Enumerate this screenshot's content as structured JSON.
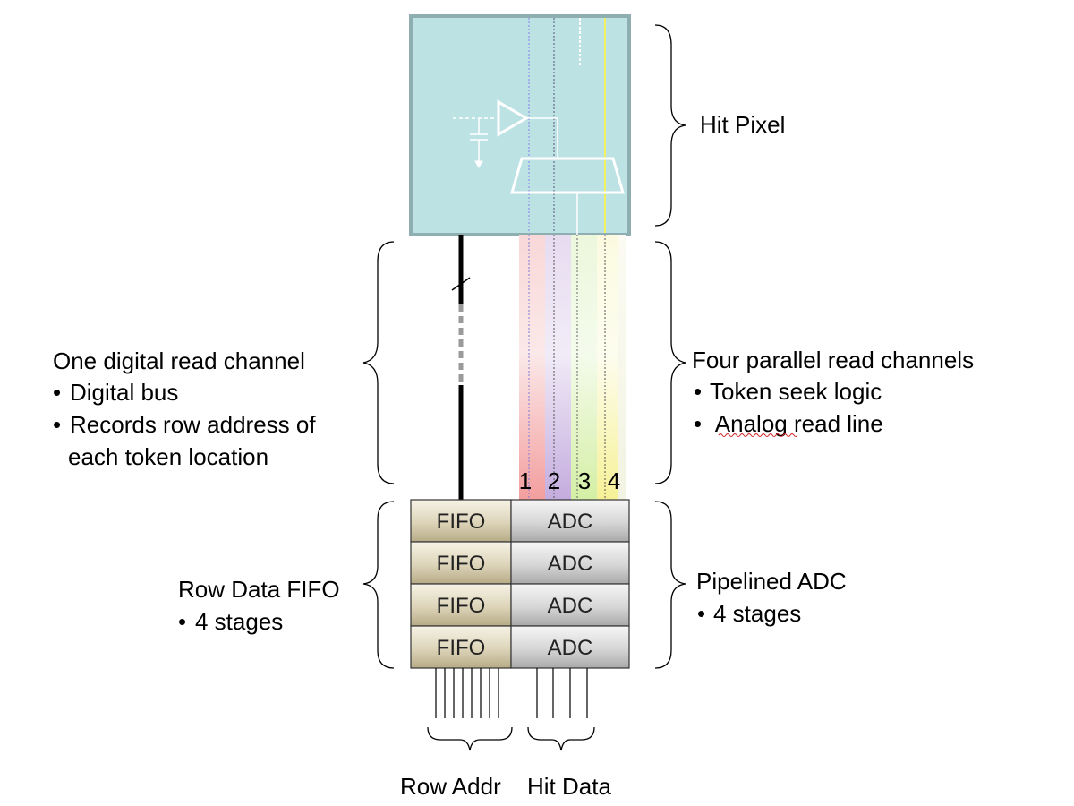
{
  "labels": {
    "hit_pixel": "Hit Pixel",
    "left_title": "One digital read channel",
    "left_b1": "Digital bus",
    "left_b2a": "Records row address of",
    "left_b2b": "each token location",
    "right_title": "Four parallel read channels",
    "right_b1": "Token seek logic",
    "right_b2_pre": " ",
    "right_b2_word": "Analog",
    "right_b2_post": " read line",
    "fifo_title": "Row Data FIFO",
    "fifo_b1": "4 stages",
    "adc_title": "Pipelined ADC",
    "adc_b1": "4 stages",
    "row_addr": "Row Addr",
    "hit_data": "Hit Data",
    "bullet": "•"
  },
  "channel_numbers": [
    "1",
    "2",
    "3",
    "4"
  ],
  "fifo_cells": [
    "FIFO",
    "FIFO",
    "FIFO",
    "FIFO"
  ],
  "adc_cells": [
    "ADC",
    "ADC",
    "ADC",
    "ADC"
  ],
  "colors": {
    "pixel_fill": "#bde2e4",
    "pixel_border": "#8eaeb2",
    "channel_1": "#f4a9a9",
    "channel_2": "#c9b3e0",
    "channel_3": "#d6f0a8",
    "channel_4": "#f6f29a",
    "fifo_fill": "#dcd3b8",
    "adc_fill": "#d2d2d2"
  }
}
